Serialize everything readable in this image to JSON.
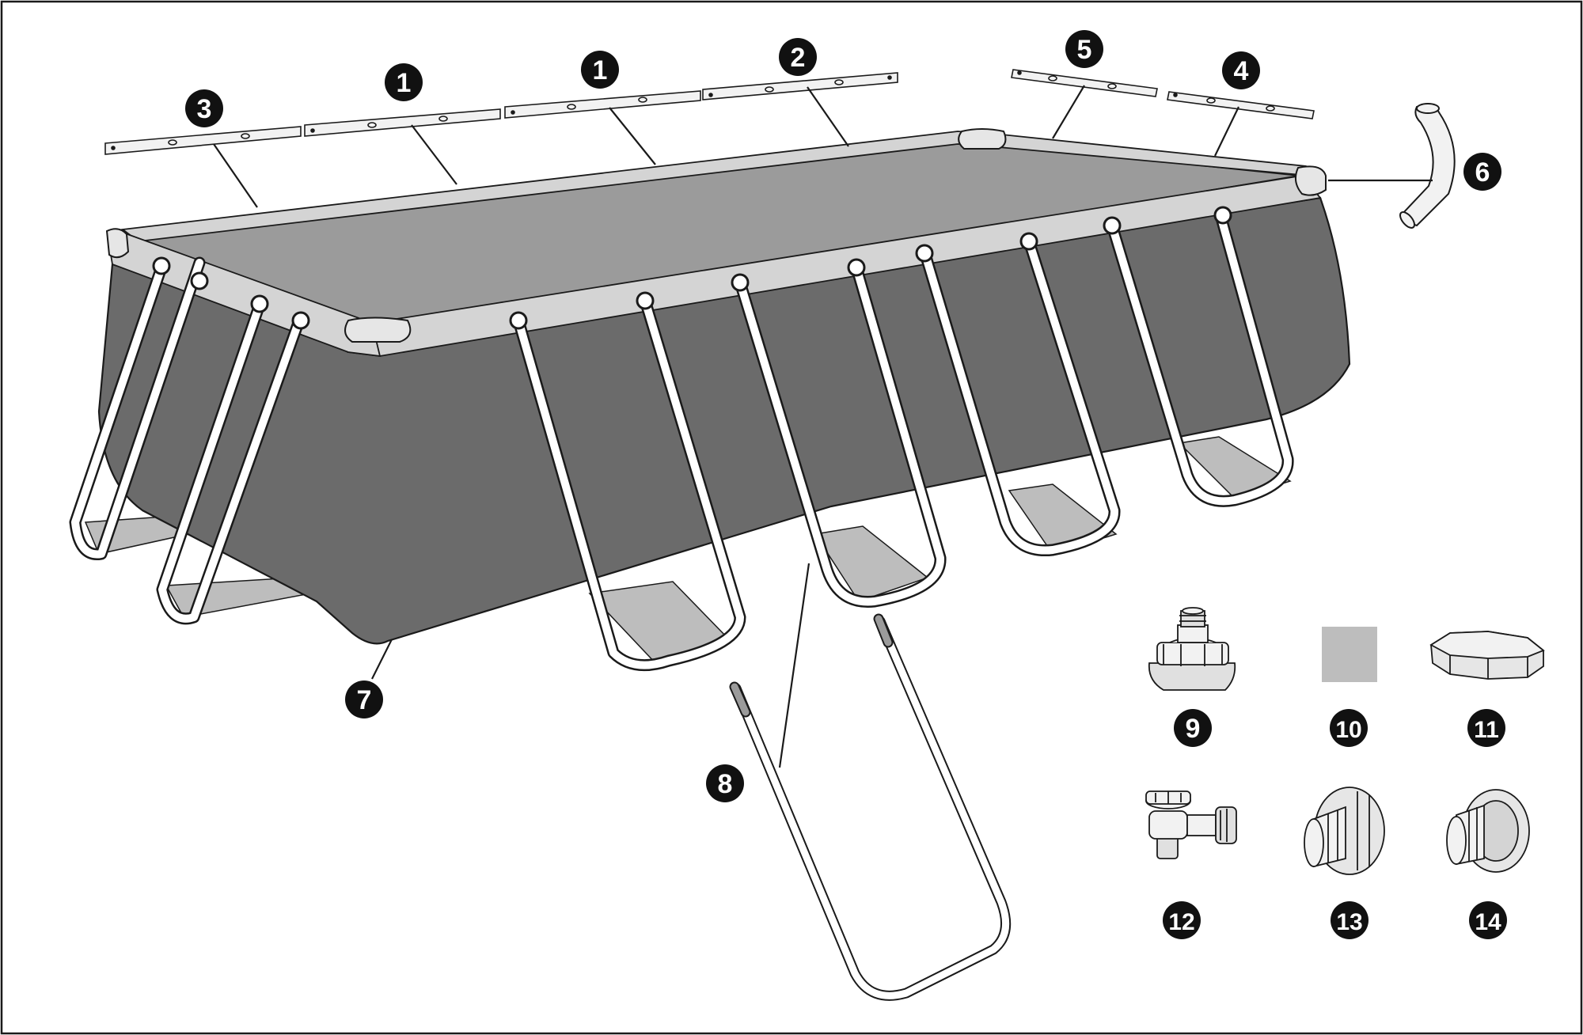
{
  "callouts": {
    "c1a": "1",
    "c1b": "1",
    "c2": "2",
    "c3": "3",
    "c4": "4",
    "c5": "5",
    "c6": "6",
    "c7": "7",
    "c8": "8",
    "c9": "9",
    "c10": "10",
    "c11": "11",
    "c12": "12",
    "c13": "13",
    "c14": "14"
  },
  "colors": {
    "liner_dark": "#6b6b6b",
    "water": "#9b9b9b",
    "rim": "#d4d4d4",
    "strap": "#bdbdbd",
    "outline": "#1a1a1a",
    "callout_fill": "#111111"
  }
}
